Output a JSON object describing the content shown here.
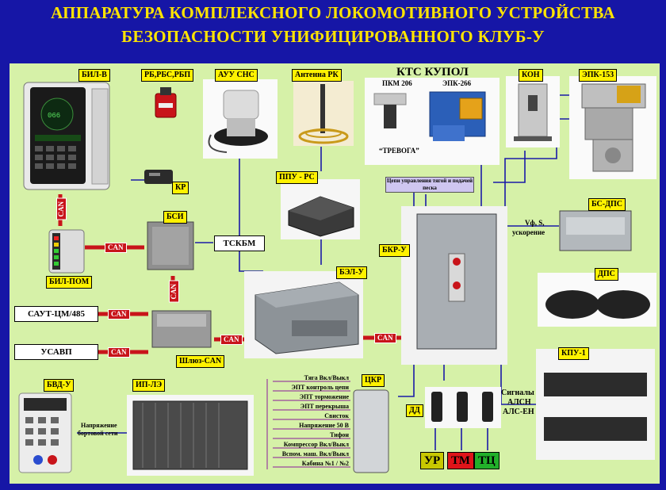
{
  "title": {
    "line1": "АППАРАТУРА КОМПЛЕКСНОГО ЛОКОМОТИВНОГО УСТРОЙСТВА",
    "line2": "БЕЗОПАСНОСТИ УНИФИЦИРОВАННОГО КЛУБ-У"
  },
  "labels": {
    "bil_v": "БИЛ-В",
    "rb": "РБ,РБС,РБП",
    "kr": "КР",
    "auu": "АУУ СНС",
    "antenna": "Антенна РК",
    "kts": "КТС КУПОЛ",
    "pkm": "ПКМ 206",
    "epk266": "ЭПК-266",
    "trevoga": "“ТРЕВОГА”",
    "kon": "КОН",
    "epk153": "ЭПК-153",
    "ppu": "ППУ - РС",
    "bsi": "БСИ",
    "tsk": "ТСКБМ",
    "bil_pom": "БИЛ-ПОМ",
    "saut": "САУТ-ЦМ/485",
    "usavp": "УСАВП",
    "shluz": "Шлюз-CAN",
    "bel": "БЭЛ-У",
    "bkr": "БКР-У",
    "bs_dps": "БС-ДПС",
    "dps": "ДПС",
    "kpu": "КПУ-1",
    "bvd": "БВД-У",
    "ip": "ИП-ЛЭ",
    "tskr": "ЦКР",
    "dd": "ДД",
    "ur": "УР",
    "tm": "ТМ",
    "tc": "ТЦ"
  },
  "can_label": "CAN",
  "texts": {
    "traction": "Цепи управления тягой и подачей песка",
    "vf1": "Vф, S,",
    "vf2": "ускорение",
    "supply1": "Напряжение",
    "supply2": "бортовой сети",
    "signals1": "Сигналы",
    "signals2": "АЛСН",
    "signals3": "АЛС-ЕН"
  },
  "signals": [
    "Тяга Вкл/Выкл",
    "ЭПТ контроль цепи",
    "ЭПТ торможение",
    "ЭПТ перекрыша",
    "Свисток",
    "Напряжение 50 В",
    "Тифон",
    "Компрессор Вкл/Выкл",
    "Вспом. маш. Вкл/Выкл",
    "Кабина №1 / №2"
  ],
  "colors": {
    "background": "#1616a6",
    "panel": "#d6f1a8",
    "title": "#ffe400",
    "label": "#fff200",
    "can": "#c8141a",
    "wire": "#1a1aa8",
    "signal_wire": "#8b1a9a",
    "ur": "#c8c800",
    "tm": "#e0141a",
    "tc": "#22b02a"
  }
}
